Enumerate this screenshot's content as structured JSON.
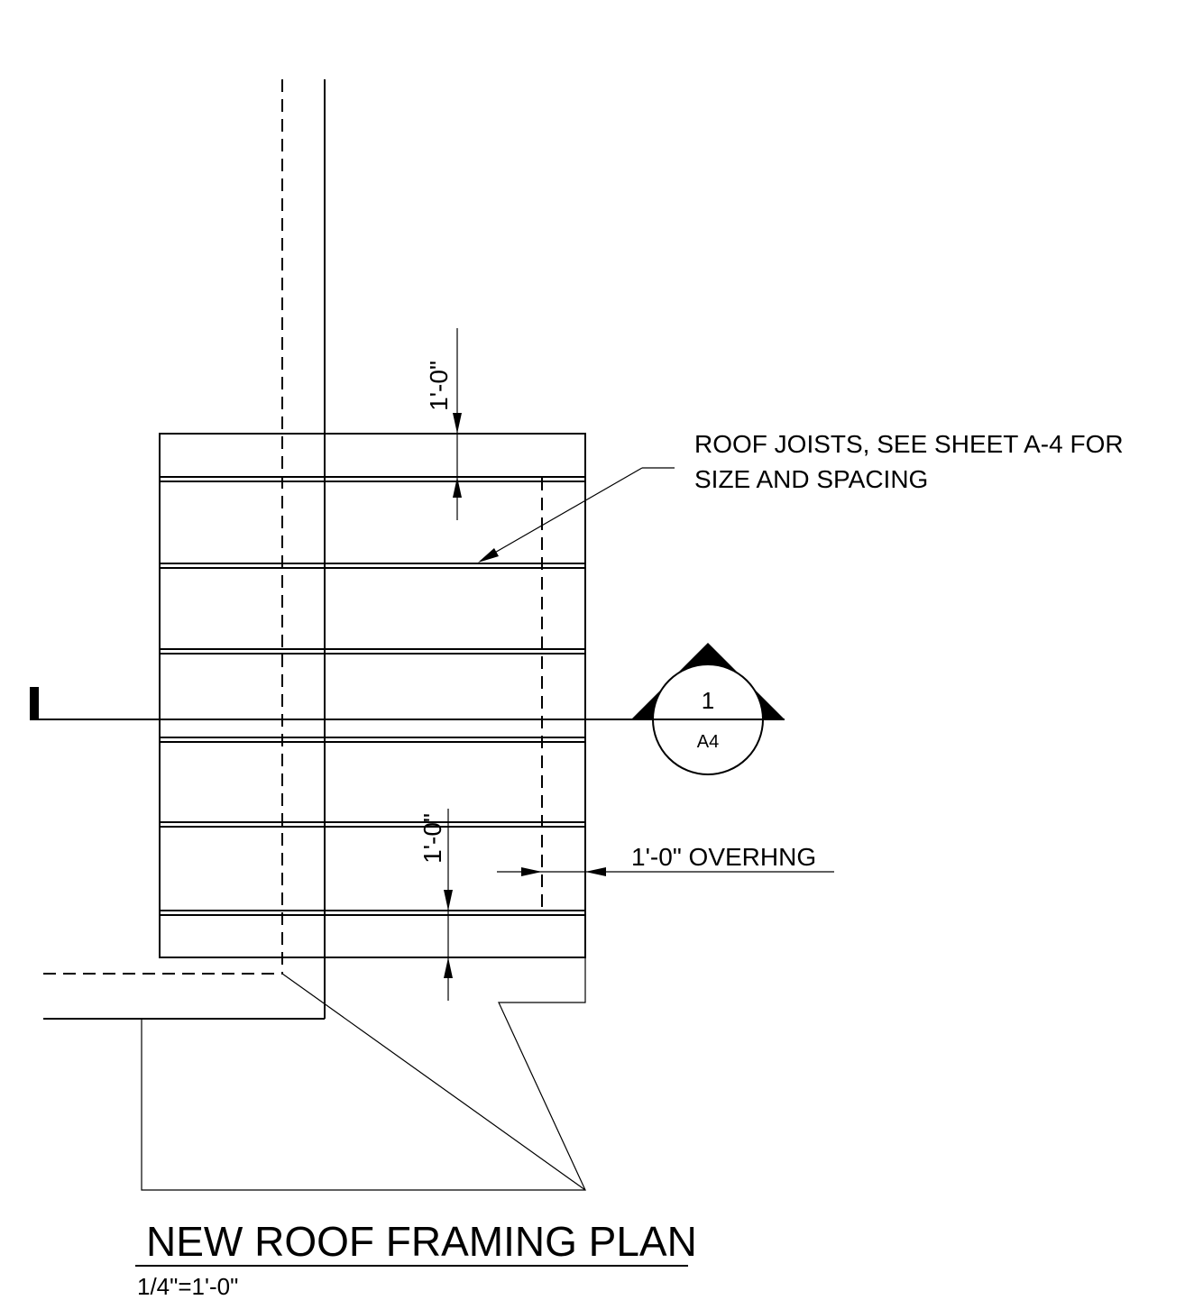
{
  "drawing": {
    "title": "NEW ROOF FRAMING PLAN",
    "scale": "1/4\"=1'-0\"",
    "note": {
      "line1": "ROOF JOISTS, SEE SHEET A-4 FOR",
      "line2": "SIZE AND SPACING"
    },
    "dimensions": {
      "top": "1'-0\"",
      "bottom": "1'-0\"",
      "overhang": "1'-0\" OVERHNG"
    },
    "section_marker": {
      "number": "1",
      "sheet": "A4"
    },
    "line_color": "#000000"
  }
}
